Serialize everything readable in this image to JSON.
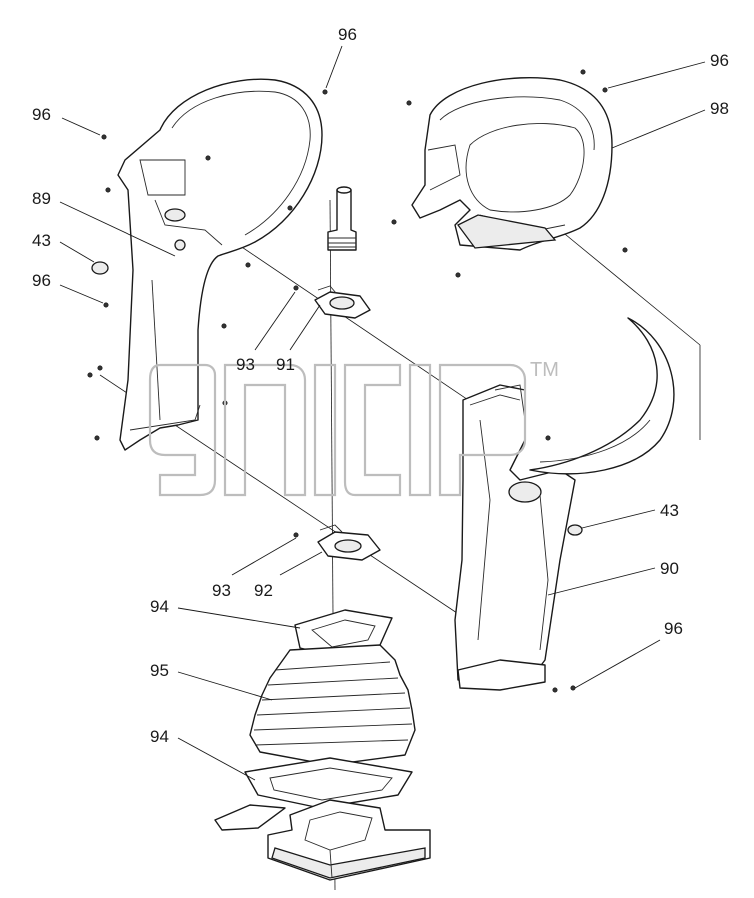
{
  "callouts": {
    "c96_top": "96",
    "c96_left": "96",
    "c96_right_top": "96",
    "c98": "98",
    "c89": "89",
    "c43_left": "43",
    "c96_mid_left": "96",
    "c93_upper": "93",
    "c91": "91",
    "c43_right": "43",
    "c90": "90",
    "c96_right_bottom": "96",
    "c93_lower": "93",
    "c92": "92",
    "c94_upper": "94",
    "c95": "95",
    "c94_lower": "94"
  },
  "watermark": {
    "tm": "TM"
  }
}
